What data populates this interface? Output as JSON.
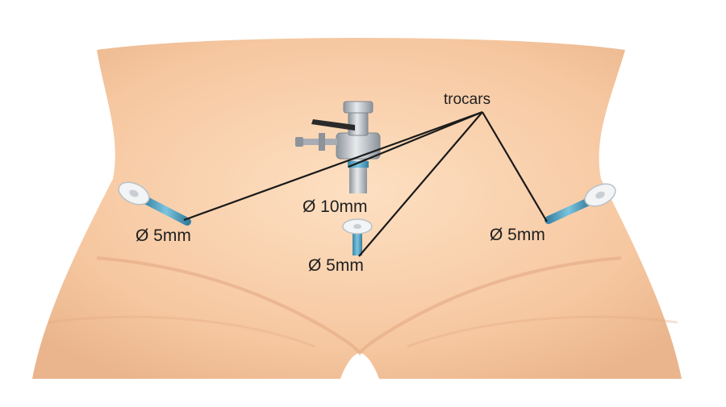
{
  "labels": {
    "trocars": "trocars",
    "umbilical_port": "Ø 10mm",
    "left_port": "Ø 5mm",
    "lower_port": "Ø 5mm",
    "right_port": "Ø 5mm"
  },
  "colors": {
    "skin": "#f8cfa9",
    "skin_shadow": "#e9b08a",
    "trocar_blue": "#4a9fc0",
    "trocar_cap": "#f1f3f4",
    "metal": "#b9bec3",
    "pointer_line": "#1a1a1a"
  }
}
